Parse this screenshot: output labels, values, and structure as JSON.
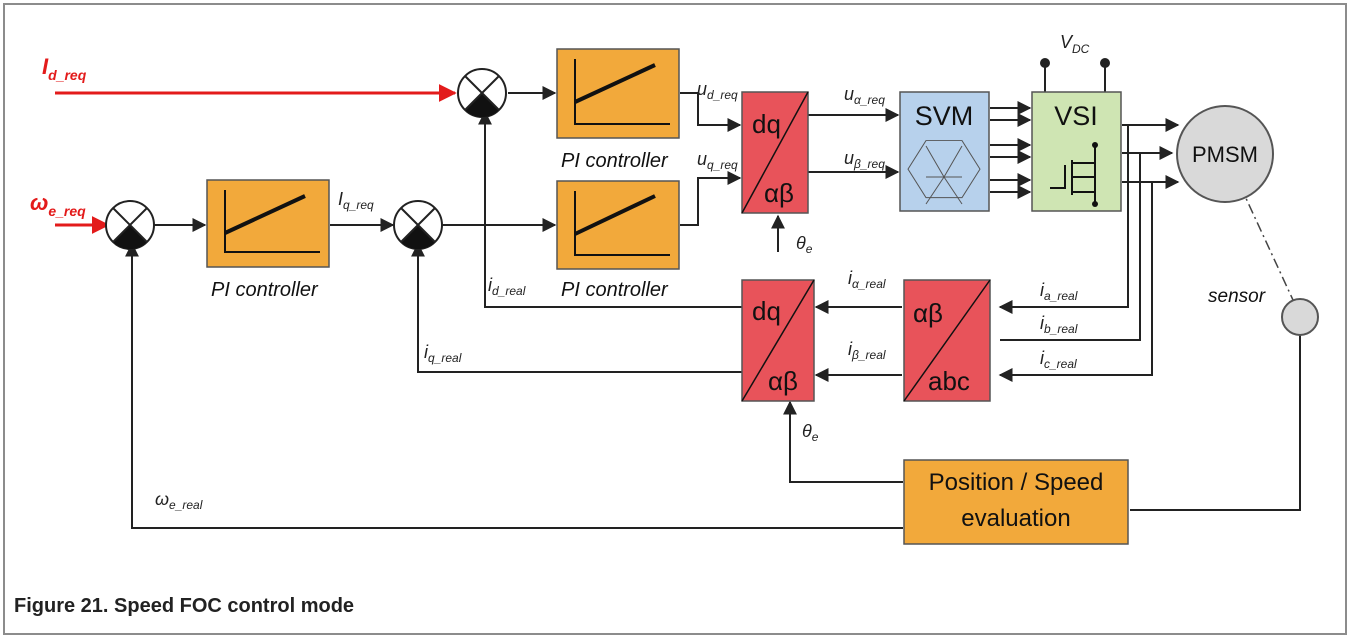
{
  "caption": "Figure 21.  Speed FOC control mode",
  "colors": {
    "pi_block": "#f2a93b",
    "transform_block": "#e8535a",
    "svm_block": "#b7d1ec",
    "vsi_block": "#cfe5b3",
    "motor": "#d9d9d9",
    "reference_signal": "#e31b1b",
    "wire": "#222222",
    "frame": "#8c8c8c"
  },
  "inputs": {
    "id_req": {
      "main": "I",
      "sub": "d_req"
    },
    "omega_req": {
      "main": "ω",
      "sub": "e_req"
    }
  },
  "blocks": {
    "pi_d_label": "PI controller",
    "pi_q_label": "PI controller",
    "pi_speed_label": "PI controller",
    "park_inv_top": "dq",
    "park_inv_bottom": "αβ",
    "svm": "SVM",
    "vsi": "VSI",
    "motor": "PMSM",
    "clarke_top": "αβ",
    "clarke_bottom": "abc",
    "park_top": "dq",
    "park_bottom": "αβ",
    "position_speed_line1": "Position / Speed",
    "position_speed_line2": "evaluation",
    "sensor": "sensor"
  },
  "signals": {
    "ud_req": {
      "main": "u",
      "sub": "d_req"
    },
    "uq_req": {
      "main": "u",
      "sub": "q_req"
    },
    "ualpha_req": {
      "main": "u",
      "sub": "α_req"
    },
    "ubeta_req": {
      "main": "u",
      "sub": "β_req"
    },
    "iq_req": {
      "main": "I",
      "sub": "q_req"
    },
    "vdc": {
      "main": "V",
      "sub": "DC"
    },
    "theta_top": {
      "main": "θ",
      "sub": "e"
    },
    "theta_bottom": {
      "main": "θ",
      "sub": "e"
    },
    "id_real": {
      "main": "i",
      "sub": "d_real"
    },
    "iq_real": {
      "main": "i",
      "sub": "q_real"
    },
    "ialpha_real": {
      "main": "i",
      "sub": "α_real"
    },
    "ibeta_real": {
      "main": "i",
      "sub": "β_real"
    },
    "ia_real": {
      "main": "i",
      "sub": "a_real"
    },
    "ib_real": {
      "main": "i",
      "sub": "b_real"
    },
    "ic_real": {
      "main": "i",
      "sub": "c_real"
    },
    "omega_real": {
      "main": "ω",
      "sub": "e_real"
    }
  }
}
